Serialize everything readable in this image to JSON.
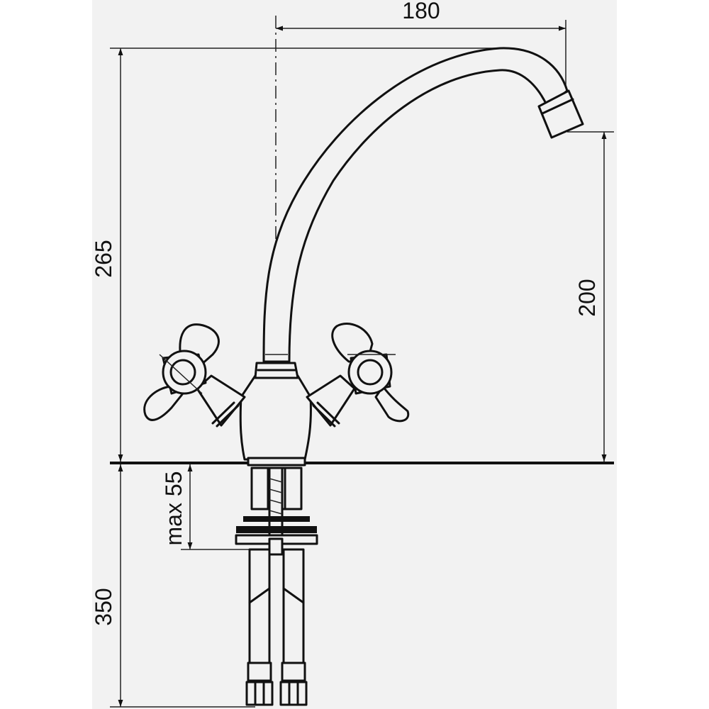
{
  "dimensions": {
    "spout_reach": "180",
    "total_height": "265",
    "outlet_height": "200",
    "max_counter_thickness": "max 55",
    "hose_length": "350"
  },
  "colors": {
    "background": "#f2f2f2",
    "line": "#111111"
  }
}
